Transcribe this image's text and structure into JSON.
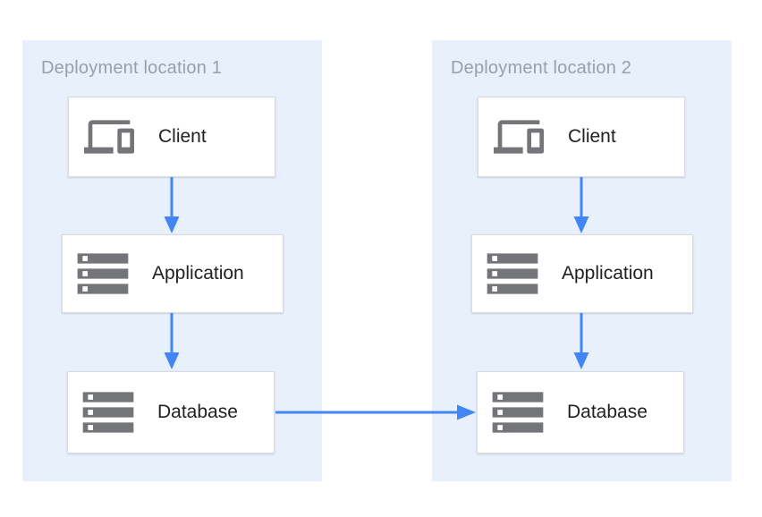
{
  "diagram": {
    "panels": [
      {
        "title": "Deployment location 1",
        "nodes": [
          {
            "label": "Client",
            "icon": "devices-icon"
          },
          {
            "label": "Application",
            "icon": "storage-icon"
          },
          {
            "label": "Database",
            "icon": "storage-icon"
          }
        ]
      },
      {
        "title": "Deployment location 2",
        "nodes": [
          {
            "label": "Client",
            "icon": "devices-icon"
          },
          {
            "label": "Application",
            "icon": "storage-icon"
          },
          {
            "label": "Database",
            "icon": "storage-icon"
          }
        ]
      }
    ],
    "connections": [
      {
        "from": "location1.client",
        "to": "location1.application"
      },
      {
        "from": "location1.application",
        "to": "location1.database"
      },
      {
        "from": "location2.client",
        "to": "location2.application"
      },
      {
        "from": "location2.application",
        "to": "location2.database"
      },
      {
        "from": "location1.database",
        "to": "location2.database"
      }
    ],
    "colors": {
      "panel_background": "#e8f0fc",
      "arrow": "#4285f4",
      "node_border": "#d9dbde",
      "title_text": "#9aa0a6",
      "label_text": "#202124",
      "icon": "#737578"
    }
  }
}
